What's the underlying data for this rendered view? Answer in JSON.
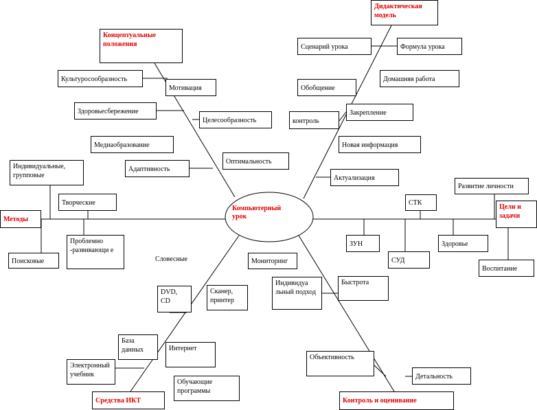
{
  "center": "Компьютерный урок",
  "categories": {
    "didactic": "Дидактическая модель",
    "conceptual": "Концептуальные положения",
    "methods": "Методы",
    "goals": "Цели и задачи",
    "ikt": "Средства ИКТ",
    "control": "Контроль и оценивание"
  },
  "nodes": {
    "scenario": "Сценарий урока",
    "formula": "Формула урока",
    "homework": "Домашняя работа",
    "generalization": "Обобщение",
    "consolidation": "Закрепление",
    "control_item": "контроль",
    "new_info": "Новая информация",
    "actualization": "Актуализация",
    "culture": "Культуросообразность",
    "motivation": "Мотивация",
    "health_saving": "Здоровьесбережение",
    "expediency": "Целесообразность",
    "media_edu": "Медиаобразование",
    "adaptivity": "Адаптивность",
    "optimality": "Оптимальность",
    "individual_group": "Индивидуальные, групповые",
    "creative": "Творческие",
    "search": "Поисковые",
    "problem_dev": "Проблемно -развивающи е",
    "verbal": "Словесные",
    "monitoring": "Мониторинг",
    "personal_dev": "Развитие личности",
    "stk": "СТК",
    "zun": "ЗУН",
    "sud": "СУД",
    "health": "Здоровье",
    "upbringing": "Воспитание",
    "dvd": "DVD, CD",
    "scanner": "Сканер, принтер",
    "database": "База данных",
    "internet": "Интернет",
    "etextbook": "Электронный учебник",
    "training_programs": "Обучающие программы",
    "individual_approach": "Индивидуа льный подход",
    "speed": "Быстрота",
    "objectivity": "Объективность",
    "detail": "Детальность"
  }
}
